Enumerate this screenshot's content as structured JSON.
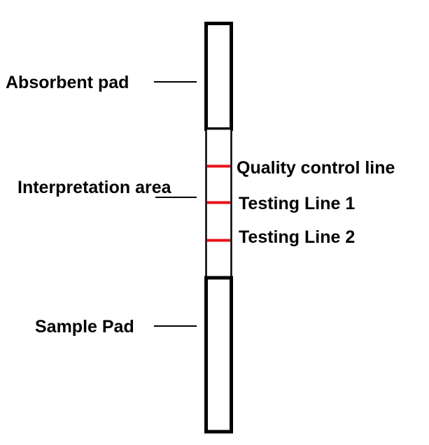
{
  "labels": {
    "absorbent_pad": "Absorbent pad",
    "interpretation_prefix": "Interpretation ",
    "interpretation_underlined": "area",
    "sample_pad": "Sample Pad",
    "quality_control_line": "Quality control line",
    "testing_line_1": "Testing Line 1",
    "testing_line_2": "Testing Line 2"
  },
  "colors": {
    "outline": "#000000",
    "test_line": "#e8101a",
    "background": "#ffffff"
  }
}
